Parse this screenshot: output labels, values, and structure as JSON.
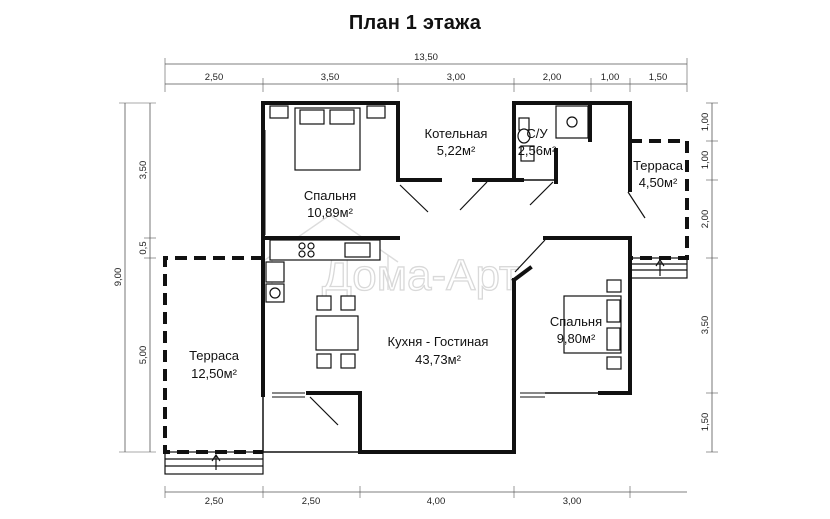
{
  "title": "План 1 этажа",
  "watermark": "Дома-Арт",
  "dims": {
    "top_total": "13,50",
    "top": [
      "2,50",
      "3,50",
      "3,00",
      "2,00",
      "1,00",
      "1,50"
    ],
    "bottom": [
      "2,50",
      "2,50",
      "4,00",
      "3,00"
    ],
    "left_total": "9,00",
    "left": [
      "3,50",
      "0,5",
      "5,00"
    ],
    "right": [
      "1,00",
      "1,00",
      "2,00",
      "3,50",
      "1,50"
    ]
  },
  "rooms": [
    {
      "name": "Спальня",
      "area": "10,89м²"
    },
    {
      "name": "Котельная",
      "area": "5,22м²"
    },
    {
      "name": "С/У",
      "area": "2,56м²"
    },
    {
      "name": "Терраса",
      "area": "4,50м²"
    },
    {
      "name": "Терраса",
      "area": "12,50м²"
    },
    {
      "name": "Кухня - Гостиная",
      "area": "43,73м²"
    },
    {
      "name": "Спальня",
      "area": "9,80м²"
    }
  ],
  "colors": {
    "wall": "#111111",
    "dim_line": "#555555",
    "watermark": "#d9d9d9"
  }
}
